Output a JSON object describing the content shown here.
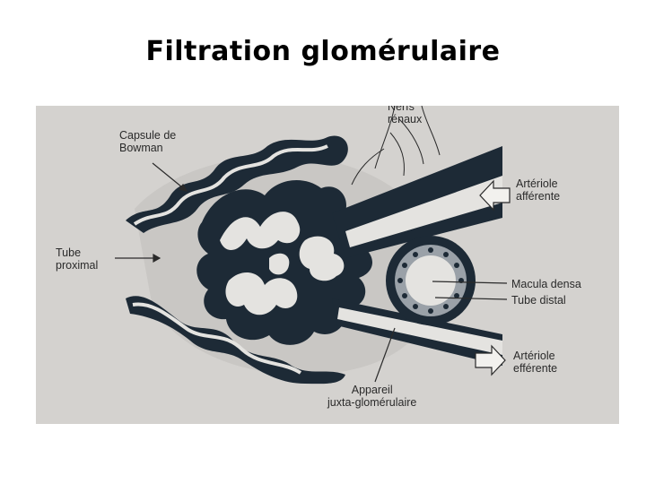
{
  "slide": {
    "title": "Filtration glomérulaire"
  },
  "figure": {
    "labels": {
      "capsule_line1": "Capsule de",
      "capsule_line2": "Bowman",
      "tube_proximal_line1": "Tube",
      "tube_proximal_line2": "proximal",
      "nerfs_line1": "Nerfs",
      "nerfs_line2": "rénaux",
      "arteriole_afferente_line1": "Artériole",
      "arteriole_afferente_line2": "afférente",
      "macula_densa": "Macula densa",
      "tube_distal": "Tube distal",
      "arteriole_efferente_line1": "Artériole",
      "arteriole_efferente_line2": "efférente",
      "appareil_line1": "Appareil",
      "appareil_line2": "juxta-glomérulaire"
    },
    "colors": {
      "background": "#d4d2cf",
      "dark_tissue": "#1d2a36",
      "light_lumen": "#e4e3e0",
      "capsule_space": "#c9c7c4"
    }
  }
}
